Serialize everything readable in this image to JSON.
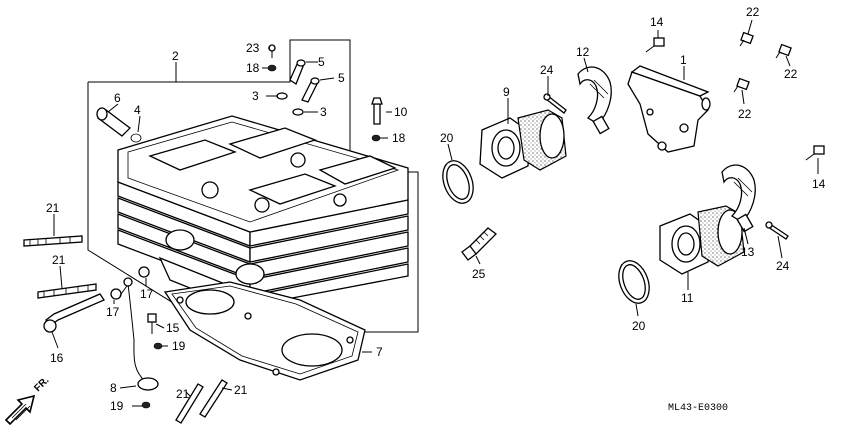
{
  "diagram": {
    "code": "ML43-E0300",
    "direction_label": "FR.",
    "callouts": [
      {
        "id": "c-1",
        "text": "1"
      },
      {
        "id": "c-2",
        "text": "2"
      },
      {
        "id": "c-3a",
        "text": "3"
      },
      {
        "id": "c-3b",
        "text": "3"
      },
      {
        "id": "c-4",
        "text": "4"
      },
      {
        "id": "c-5a",
        "text": "5"
      },
      {
        "id": "c-5b",
        "text": "5"
      },
      {
        "id": "c-6",
        "text": "6"
      },
      {
        "id": "c-7",
        "text": "7"
      },
      {
        "id": "c-8",
        "text": "8"
      },
      {
        "id": "c-9",
        "text": "9"
      },
      {
        "id": "c-10",
        "text": "10"
      },
      {
        "id": "c-11",
        "text": "11"
      },
      {
        "id": "c-12",
        "text": "12"
      },
      {
        "id": "c-13",
        "text": "13"
      },
      {
        "id": "c-14a",
        "text": "14"
      },
      {
        "id": "c-14b",
        "text": "14"
      },
      {
        "id": "c-15",
        "text": "15"
      },
      {
        "id": "c-16",
        "text": "16"
      },
      {
        "id": "c-17a",
        "text": "17"
      },
      {
        "id": "c-17b",
        "text": "17"
      },
      {
        "id": "c-18a",
        "text": "18"
      },
      {
        "id": "c-18b",
        "text": "18"
      },
      {
        "id": "c-19a",
        "text": "19"
      },
      {
        "id": "c-19b",
        "text": "19"
      },
      {
        "id": "c-20a",
        "text": "20"
      },
      {
        "id": "c-20b",
        "text": "20"
      },
      {
        "id": "c-21a",
        "text": "21"
      },
      {
        "id": "c-21b",
        "text": "21"
      },
      {
        "id": "c-21c",
        "text": "21"
      },
      {
        "id": "c-21d",
        "text": "21"
      },
      {
        "id": "c-22a",
        "text": "22"
      },
      {
        "id": "c-22b",
        "text": "22"
      },
      {
        "id": "c-22c",
        "text": "22"
      },
      {
        "id": "c-23",
        "text": "23"
      },
      {
        "id": "c-24a",
        "text": "24"
      },
      {
        "id": "c-24b",
        "text": "24"
      },
      {
        "id": "c-25",
        "text": "25"
      }
    ]
  }
}
